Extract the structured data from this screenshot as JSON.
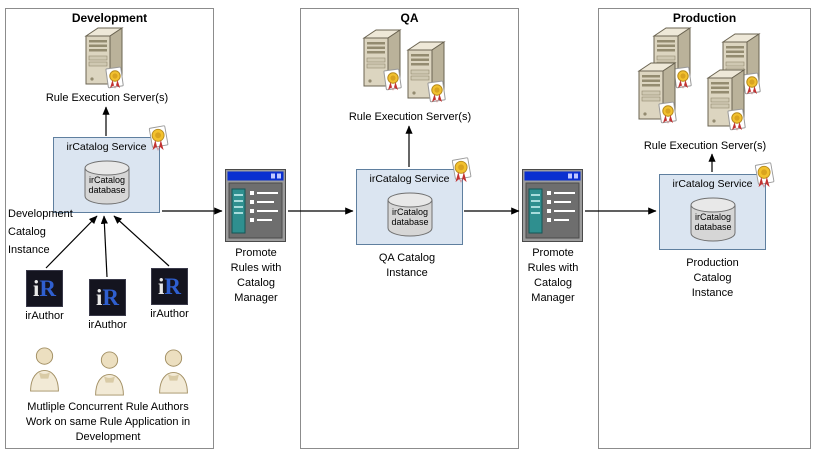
{
  "development": {
    "title": "Development",
    "rule_server_label": "Rule Execution Server(s)",
    "catalog_service_label": "irCatalog Service",
    "database_label": "irCatalog\ndatabase",
    "instance_label": "Development\nCatalog\nInstance",
    "ir_logo": {
      "i": "i",
      "r": "R"
    },
    "author_labels": [
      "irAuthor",
      "irAuthor",
      "irAuthor"
    ],
    "authors_note": "Mutliple Concurrent Rule Authors\nWork on same Rule Application in\nDevelopment"
  },
  "qa": {
    "title": "QA",
    "rule_server_label": "Rule Execution Server(s)",
    "catalog_service_label": "irCatalog Service",
    "database_label": "irCatalog\ndatabase",
    "instance_label": "QA Catalog\nInstance"
  },
  "production": {
    "title": "Production",
    "rule_server_label": "Rule Execution Server(s)",
    "catalog_service_label": "irCatalog Service",
    "database_label": "irCatalog\ndatabase",
    "instance_label": "Production\nCatalog\nInstance"
  },
  "promote_left": {
    "label": "Promote\nRules with\nCatalog\nManager"
  },
  "promote_right": {
    "label": "Promote\nRules with\nCatalog\nManager"
  },
  "colors": {
    "catalog_box_fill": "#dbe5f1",
    "catalog_box_border": "#5f7f9f",
    "container_border": "#8c8c8c",
    "arrow": "#000000",
    "ir_logo_bg": "#14141f",
    "ir_logo_r": "#2f5fd0"
  }
}
